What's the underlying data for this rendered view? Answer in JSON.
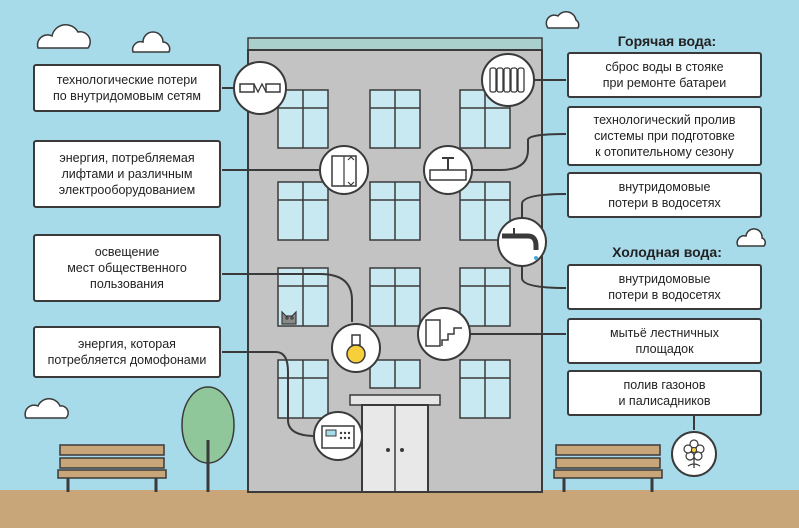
{
  "colors": {
    "sky": "#a8dbea",
    "ground": "#c9a57a",
    "building": "#c3c3c3",
    "window_fill": "#c8e8f2",
    "outline": "#3a3a3a",
    "tree": "#8fc79a",
    "bulb": "#f7cf3b"
  },
  "sections": {
    "hot_water": "Горячая вода:",
    "cold_water": "Холодная вода:"
  },
  "left_labels": [
    {
      "text": "технологические потери\nпо внутридомовым сетям"
    },
    {
      "text": "энергия, потребляемая\nлифтами и различным\nэлектрооборудованием"
    },
    {
      "text": "освещение\nмест общественного\nпользования"
    },
    {
      "text": "энергия, которая\nпотребляется домофонами"
    }
  ],
  "right_labels": [
    {
      "text": "сброс воды в стояке\nпри ремонте батареи"
    },
    {
      "text": "технологический пролив\nсистемы при подготовке\nк отопительному сезону"
    },
    {
      "text": "внутридомовые\nпотери в водосетях"
    },
    {
      "text": "внутридомовые\nпотери в водосетях"
    },
    {
      "text": "мытьё лестничных\nплощадок"
    },
    {
      "text": "полив газонов\nи палисадников"
    }
  ],
  "icons": [
    "pipe-joint-icon",
    "elevator-icon",
    "light-bulb-icon",
    "intercom-icon",
    "radiator-icon",
    "valve-icon",
    "faucet-icon",
    "stairs-icon",
    "flower-icon"
  ]
}
